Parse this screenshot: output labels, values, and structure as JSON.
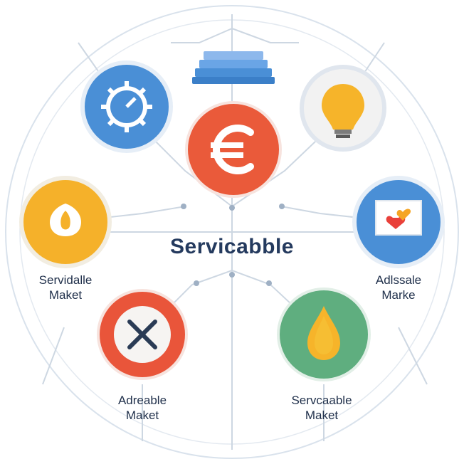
{
  "center": {
    "title": "Servicabble"
  },
  "nodes": [
    {
      "id": "gauge",
      "icon": "gauge-icon",
      "color": "#4a8fd6"
    },
    {
      "id": "euro",
      "icon": "euro-icon",
      "color": "#ea5a3a"
    },
    {
      "id": "bulb",
      "icon": "lightbulb-icon",
      "color": "#f2f2f2"
    },
    {
      "id": "drop",
      "icon": "droplet-icon",
      "color": "#f5b12a",
      "label_lines": [
        "Servidalle",
        "Maket"
      ]
    },
    {
      "id": "card",
      "icon": "heart-card-icon",
      "color": "#4a8fd6",
      "label_lines": [
        "Adlssale",
        "Marke"
      ]
    },
    {
      "id": "cross",
      "icon": "x-icon",
      "color": "#e9553a",
      "label_lines": [
        "Adreable",
        "Maket"
      ]
    },
    {
      "id": "oil",
      "icon": "oil-drop-icon",
      "color": "#5fae7f",
      "label_lines": [
        "Servcaable",
        "Maket"
      ]
    }
  ],
  "top_stack": {
    "icon": "stacked-layers-icon",
    "color": "#6aa5e6"
  }
}
